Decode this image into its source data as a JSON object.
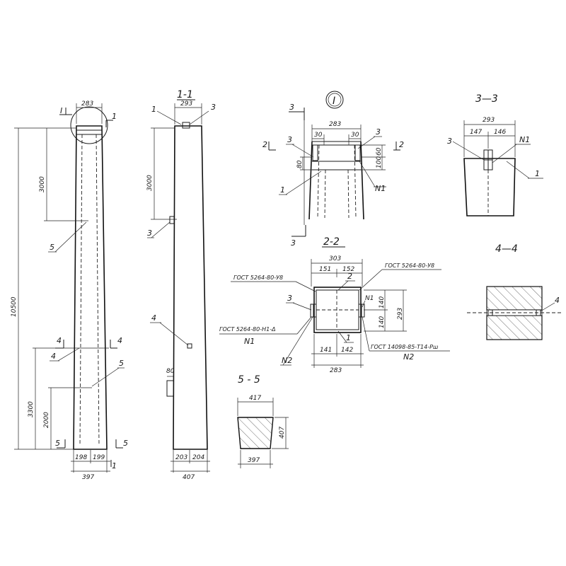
{
  "drawing": {
    "elevation": {
      "width_top": "283",
      "height_total": "10500",
      "top_offset": "3000",
      "mid_offset": "3300",
      "low_offset": "2000",
      "bottom_half_left": "198",
      "bottom_half_right": "199",
      "bottom_width": "397",
      "callout_top": "I",
      "cut_1": "1",
      "cut_4": "4",
      "cut_5": "5",
      "pos_5": "5",
      "pos_4": "4",
      "pos_5b": "5"
    },
    "section_1_1": {
      "title": "1-1",
      "width_top": "293",
      "top_offset": "3000",
      "bottom_half_left": "203",
      "bottom_half_right": "204",
      "bottom_width": "407",
      "bracket_size": "80",
      "pos_1": "1",
      "pos_3": "3",
      "pos_3b": "3",
      "pos_4": "4"
    },
    "detail_I": {
      "title": "I",
      "width": "283",
      "gap_left": "30",
      "gap_right": "30",
      "height_left": "80",
      "height_right_a": "100",
      "height_right_b": "60",
      "cut_3": "3",
      "cut_2": "2",
      "pos_3": "3",
      "pos_3b": "3",
      "pos_1": "1",
      "pos_n1": "N1"
    },
    "section_2_2": {
      "title": "2-2",
      "width_top": "303",
      "seg_top_left": "151",
      "seg_top_right": "152",
      "seg_bot_left": "141",
      "seg_bot_right": "142",
      "width_bottom": "283",
      "height_a": "140",
      "height_b": "140",
      "height_total": "293",
      "gost_top_left": "ГОСТ 5264-80-У8",
      "gost_top_right": "ГОСТ 5264-80-У8",
      "gost_left": "ГОСТ 5264-80-Н1-Δ",
      "gost_right": "ГОСТ 14098-85-Т14-Рш",
      "pos_2": "2",
      "pos_1": "1",
      "pos_3": "3",
      "pos_n1_left": "N1",
      "pos_n1_right": "N1",
      "pos_n2_left": "N2",
      "pos_n2_right": "N2"
    },
    "section_3_3": {
      "title": "3—3",
      "width": "293",
      "seg_left": "147",
      "seg_right": "146",
      "pos_3": "3",
      "pos_n1": "N1",
      "pos_1": "1"
    },
    "section_4_4": {
      "title": "4—4",
      "pos_4": "4"
    },
    "section_5_5": {
      "title": "5 - 5",
      "width_top": "417",
      "height": "407",
      "width_bottom": "397"
    }
  }
}
